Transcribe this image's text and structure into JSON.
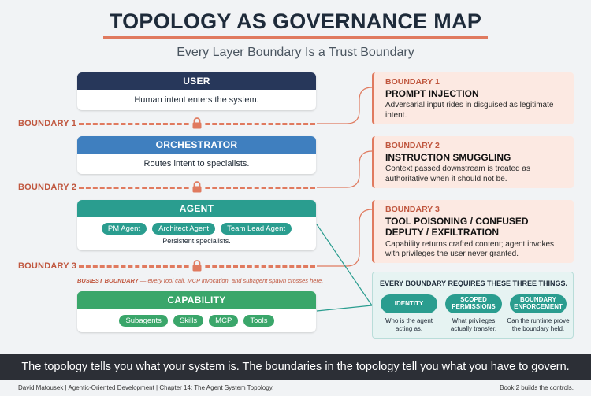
{
  "title": "TOPOLOGY AS GOVERNANCE MAP",
  "subtitle": "Every Layer Boundary Is a Trust Boundary",
  "layers": [
    {
      "name": "USER",
      "desc": "Human intent enters the system.",
      "color": "#27375a"
    },
    {
      "name": "ORCHESTRATOR",
      "desc": "Routes intent to specialists.",
      "color": "#3f7fbf"
    },
    {
      "name": "AGENT",
      "pills": [
        "PM Agent",
        "Architect Agent",
        "Team Lead Agent"
      ],
      "desc": "Persistent specialists.",
      "color": "#2a9d8f"
    },
    {
      "name": "CAPABILITY",
      "pills": [
        "Subagents",
        "Skills",
        "MCP",
        "Tools"
      ],
      "color": "#3aa66a"
    }
  ],
  "boundary_labels": [
    "BOUNDARY 1",
    "BOUNDARY 2",
    "BOUNDARY 3"
  ],
  "busiest_note": "BUSIEST BOUNDARY",
  "busiest_detail": " — every tool call, MCP invocation, and subagent spawn crosses here.",
  "boundaries": [
    {
      "num": "BOUNDARY 1",
      "name": "PROMPT INJECTION",
      "desc": "Adversarial input rides in disguised as legitimate intent."
    },
    {
      "num": "BOUNDARY 2",
      "name": "INSTRUCTION SMUGGLING",
      "desc": "Context passed downstream is treated as authoritative when it should not be."
    },
    {
      "num": "BOUNDARY 3",
      "name": "TOOL POISONING / CONFUSED DEPUTY / EXFILTRATION",
      "desc": "Capability returns crafted content; agent invokes with privileges the user never granted."
    }
  ],
  "requirements": {
    "title": "EVERY BOUNDARY REQUIRES THESE THREE THINGS.",
    "items": [
      {
        "label": "IDENTITY",
        "desc": "Who is the agent acting as."
      },
      {
        "label": "SCOPED PERMISSIONS",
        "desc": "What privileges actually transfer."
      },
      {
        "label": "BOUNDARY ENFORCEMENT",
        "desc": "Can the runtime prove the boundary held."
      }
    ]
  },
  "footer": "The topology tells you what your system is. The boundaries in the topology tell you what you have to govern.",
  "credit": "David Matousek | Agentic-Oriented Development | Chapter 14: The Agent System Topology.",
  "credit_right": "Book 2 builds the controls.",
  "colors": {
    "accent": "#e07a5f",
    "navy": "#27375a",
    "blue": "#3f7fbf",
    "teal": "#2a9d8f",
    "green": "#3aa66a"
  }
}
